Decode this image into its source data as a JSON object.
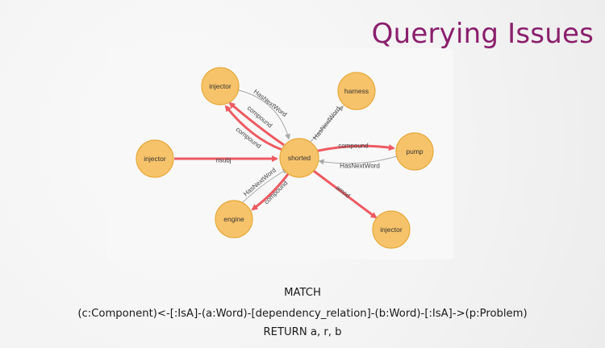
{
  "slide": {
    "title": "Querying Issues"
  },
  "graph": {
    "nodes": [
      {
        "id": "shorted",
        "label": "shorted"
      },
      {
        "id": "injector_top",
        "label": "injector"
      },
      {
        "id": "harness",
        "label": "harness"
      },
      {
        "id": "injector_left",
        "label": "injector"
      },
      {
        "id": "pump",
        "label": "pump"
      },
      {
        "id": "engine",
        "label": "engine"
      },
      {
        "id": "injector_bottom",
        "label": "injector"
      }
    ],
    "edges": [
      {
        "label": "HasNextWord",
        "style": "gray"
      },
      {
        "label": "compound",
        "style": "red"
      },
      {
        "label": "compound",
        "style": "red"
      },
      {
        "label": "HasNextWord",
        "style": "gray"
      },
      {
        "label": "nsubj",
        "style": "red"
      },
      {
        "label": "compound",
        "style": "red"
      },
      {
        "label": "HasNextWord",
        "style": "gray"
      },
      {
        "label": "HasNextWord",
        "style": "gray"
      },
      {
        "label": "compound",
        "style": "red"
      },
      {
        "label": "amod",
        "style": "red"
      }
    ],
    "colors": {
      "node_fill": "#f7c36a",
      "node_stroke": "#e6a83a",
      "edge_red": "#ee5a62",
      "edge_gray": "#a8a8a8"
    }
  },
  "query": {
    "line1": "MATCH",
    "line2": "(c:Component)<-[:IsA]-(a:Word)-[dependency_relation]-(b:Word)-[:IsA]->(p:Problem)",
    "line3": "RETURN a, r, b"
  },
  "theme": {
    "title_color": "#8a1f6c"
  }
}
